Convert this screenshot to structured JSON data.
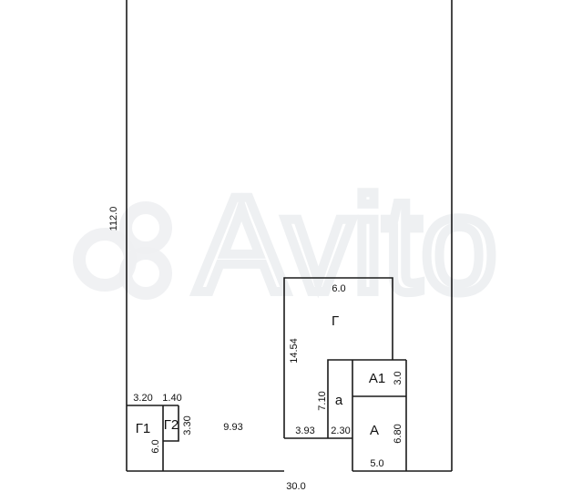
{
  "diagram": {
    "type": "site-plan",
    "watermark": "Avito",
    "plot": {
      "height_label": "112.0",
      "width_label": "30.0"
    },
    "buildings": {
      "G": {
        "label": "Г",
        "width": "6.0",
        "length": "14.54"
      },
      "a": {
        "label": "а",
        "length": "7.10",
        "width": "2.30"
      },
      "A1": {
        "label": "А1",
        "depth": "3.0"
      },
      "A": {
        "label": "А",
        "length": "6.80",
        "width": "5.0"
      },
      "G1": {
        "label": "Г1",
        "width": "3.20",
        "length": "6.0"
      },
      "G2": {
        "label": "Г2",
        "width": "1.40",
        "length": "3.30"
      }
    },
    "dimensions": {
      "gap_left": "9.93",
      "gap_middle": "3.93"
    }
  }
}
